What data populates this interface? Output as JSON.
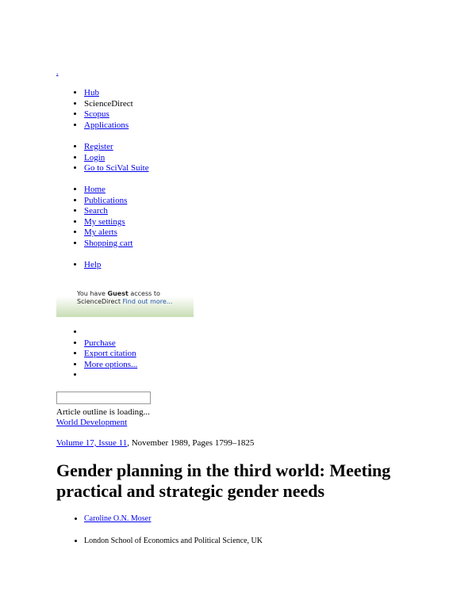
{
  "header": {
    "top_link": "."
  },
  "products_nav": [
    {
      "label": "Hub",
      "link": true
    },
    {
      "label": "ScienceDirect",
      "link": false
    },
    {
      "label": "Scopus",
      "link": true
    },
    {
      "label": "Applications",
      "link": true
    }
  ],
  "account_nav": [
    {
      "label": "Register"
    },
    {
      "label": "Login"
    },
    {
      "label": "Go to SciVal Suite"
    }
  ],
  "main_nav": [
    {
      "label": "Home"
    },
    {
      "label": "Publications"
    },
    {
      "label": "Search"
    },
    {
      "label": "My settings"
    },
    {
      "label": "My alerts"
    },
    {
      "label": "Shopping cart"
    }
  ],
  "help_nav": {
    "label": "Help"
  },
  "access_banner": {
    "line1_prefix": "You have ",
    "line1_bold": "Guest",
    "line1_suffix": " access to",
    "line2_prefix": "ScienceDirect ",
    "find_more": "Find out more..."
  },
  "article_actions": {
    "purchase": "Purchase",
    "export_citation": "Export citation",
    "more_options": "More options..."
  },
  "search": {
    "value": ""
  },
  "outline_status": "Article outline is loading...",
  "journal_name": "World Development",
  "issue": {
    "volume_link": "Volume 17, Issue 11",
    "details": ", November 1989, Pages 1799–1825"
  },
  "article": {
    "title": "Gender planning in the third world: Meeting practical and strategic gender needs",
    "author": "Caroline O.N. Moser",
    "affiliation": "London School of Economics and Political Science, UK"
  }
}
